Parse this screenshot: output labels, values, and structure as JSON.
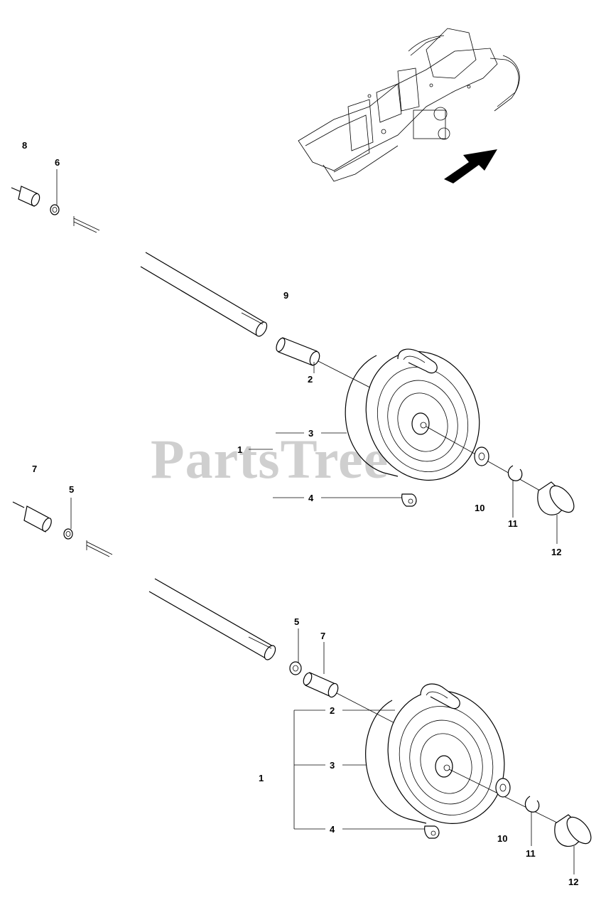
{
  "watermark": "PartsTree",
  "upper_assembly": {
    "labels": {
      "item8": "8",
      "item6": "6",
      "item9": "9",
      "item2": "2",
      "item3": "3",
      "item1": "1",
      "item4": "4",
      "item10": "10",
      "item11": "11",
      "item12": "12"
    }
  },
  "lower_assembly": {
    "labels": {
      "item7_left": "7",
      "item5_left": "5",
      "item5": "5",
      "item7": "7",
      "item2": "2",
      "item3": "3",
      "item1": "1",
      "item4": "4",
      "item10": "10",
      "item11": "11",
      "item12": "12"
    }
  },
  "locator": {
    "icon": "tractor-frame-icon",
    "arrow": "pointer-arrow-icon"
  }
}
